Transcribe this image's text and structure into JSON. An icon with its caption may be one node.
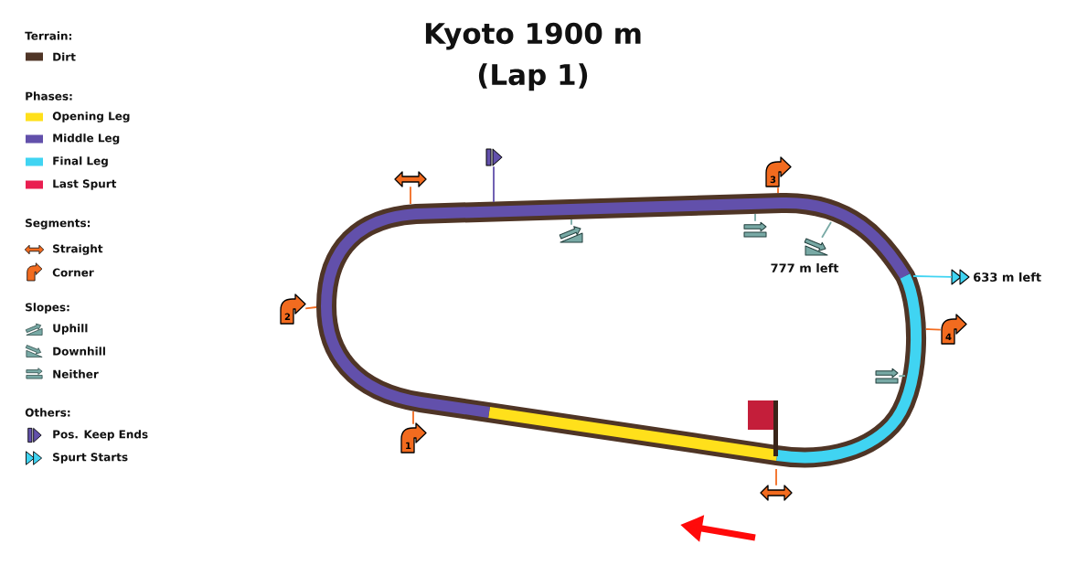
{
  "diagram": {
    "title": "Kyoto 1900 m (Lap 1)",
    "nodes": [
      {
        "text": [],
        "shape": "picture"
      },
      {
        "text": [
          "3"
        ]
      },
      {
        "text": [],
        "shape": "picture"
      },
      {
        "text": [],
        "shape": "picture"
      },
      {
        "text": [],
        "shape": "picture"
      },
      {
        "text": [],
        "shape": "picture"
      },
      {
        "text": [],
        "shape": "picture",
        "beside": [
          "633 m left"
        ]
      },
      {
        "text": [
          "2"
        ]
      },
      {
        "text": [
          "4"
        ]
      },
      {
        "text": [],
        "shape": "picture"
      },
      {
        "text": [
          "1"
        ]
      },
      {
        "text": [],
        "shape": "picture"
      }
    ],
    "edges": [
      {
        "from": 0,
        "to": null,
        "arrow": "none",
        "color": "#6250ab"
      },
      {
        "from": 1,
        "to": null,
        "arrow": "none"
      },
      {
        "from": 2,
        "to": null,
        "arrow": "none"
      },
      {
        "from": 3,
        "to": null,
        "arrow": "none",
        "color": "#78a9a5"
      },
      {
        "from": 4,
        "to": null,
        "arrow": "none",
        "color": "#78a9a5"
      },
      {
        "from": 5,
        "to": null,
        "arrow": "none",
        "color": "#78a9a5"
      },
      {
        "from": 6,
        "to": null,
        "arrow": "none",
        "color": "#40d4f2"
      },
      {
        "from": 7,
        "to": null,
        "arrow": "none"
      },
      {
        "from": 8,
        "to": null,
        "arrow": "none"
      },
      {
        "from": 9,
        "to": null,
        "arrow": "none",
        "color": "#78a9a5"
      },
      {
        "from": 10,
        "to": null,
        "arrow": "none"
      },
      {
        "from": 11,
        "to": null,
        "arrow": "none"
      }
    ],
    "labels": [
      "Terrain:",
      "Phases:",
      "Segments:",
      "Slopes:",
      "Others:",
      "777 m left"
    ],
    "legend": [
      {
        "text": "Dirt",
        "color": "#4f3526"
      },
      {
        "text": "Opening Leg",
        "color": "#ffe01b"
      },
      {
        "text": "Middle Leg",
        "color": "#6250ab"
      },
      {
        "text": "Final Leg",
        "color": "#40d4f2"
      },
      {
        "text": "Last Spurt",
        "color": "#e91e50"
      },
      {
        "text": "Straight"
      },
      {
        "text": "Corner"
      },
      {
        "text": "Uphill"
      },
      {
        "text": "Downhill"
      },
      {
        "text": "Neither"
      },
      {
        "text": "Pos. Keep Ends"
      },
      {
        "text": "Spurt Starts"
      }
    ]
  }
}
